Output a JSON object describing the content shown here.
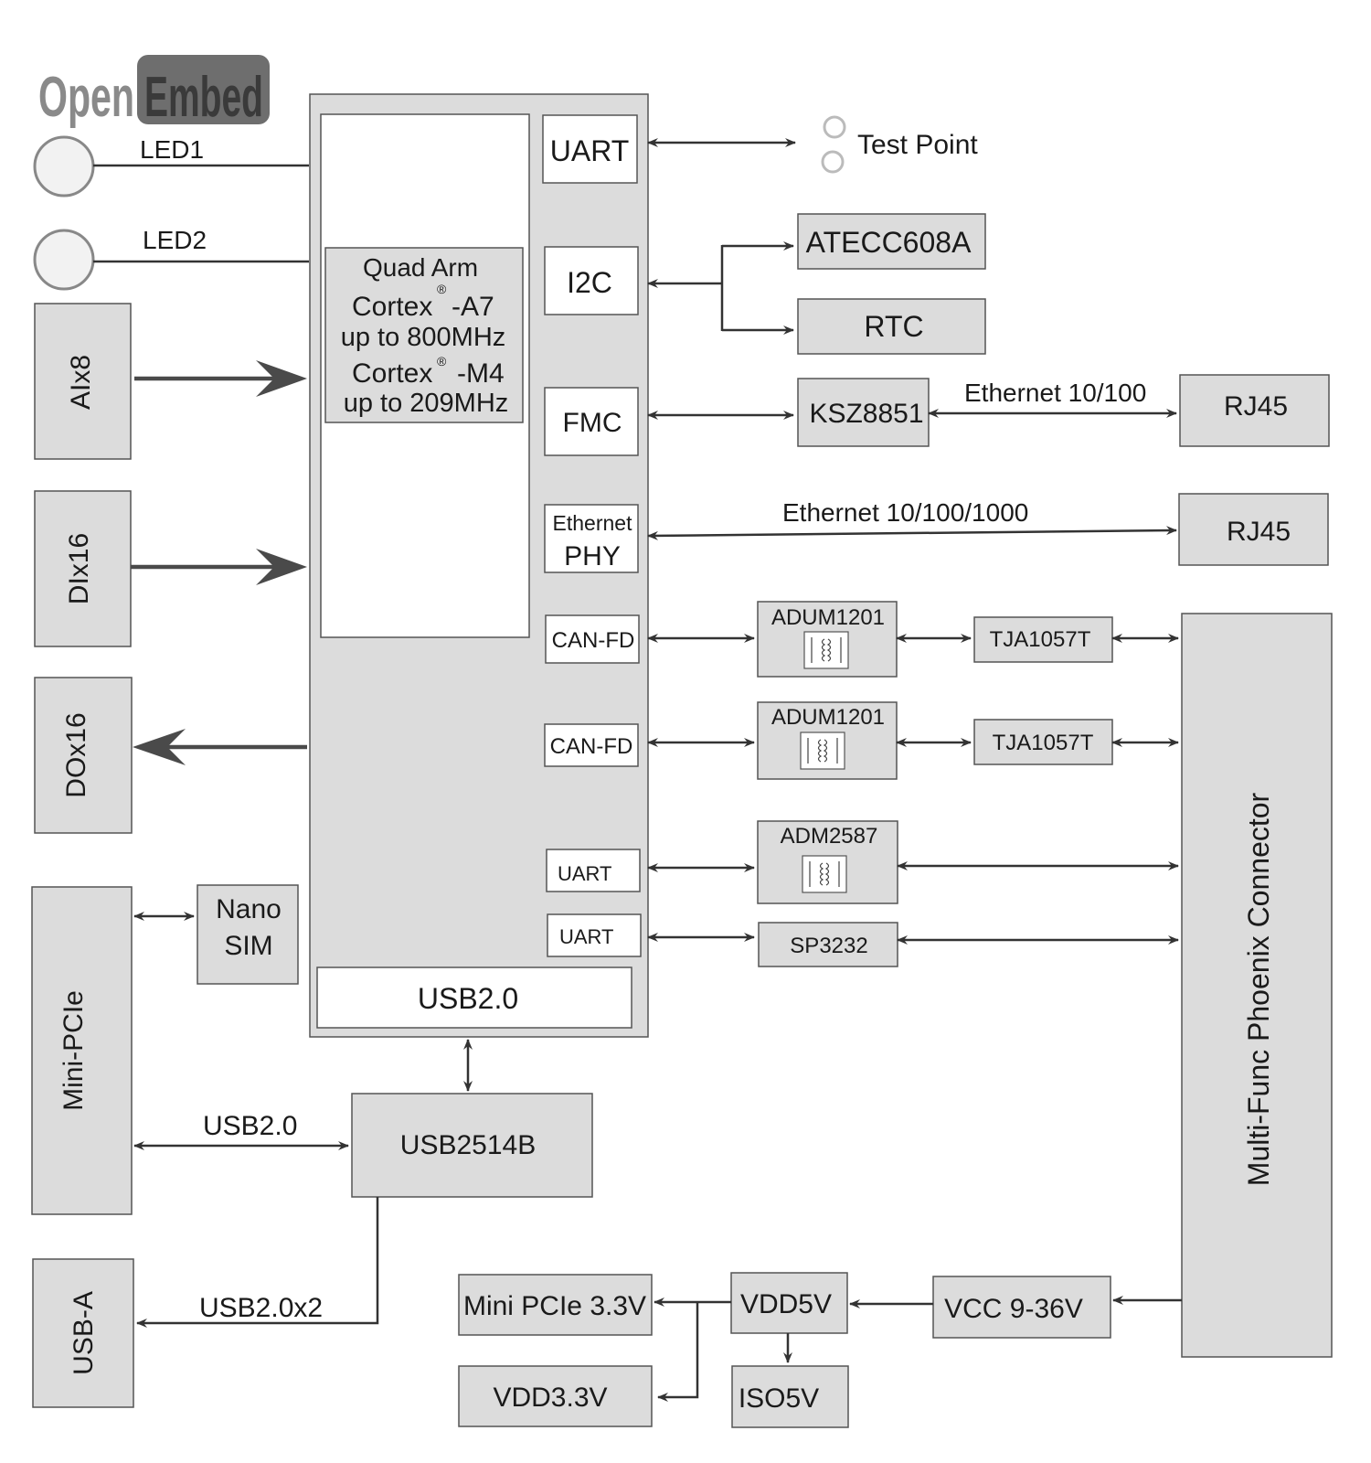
{
  "logo": {
    "word1": "Open",
    "word2": "Embed"
  },
  "leds": {
    "led1": "LED1",
    "led2": "LED2"
  },
  "left": {
    "ai": "AIx8",
    "di": "DIx16",
    "do": "DOx16",
    "minipcie": "Mini-PCIe",
    "usba": "USB-A",
    "nanosim_line1": "Nano",
    "nanosim_line2": "SIM"
  },
  "cpu": {
    "line1": "Quad Arm",
    "line2": "Cortex",
    "line2b": "-A7",
    "line3": "up to 800MHz",
    "line4": "Cortex",
    "line4b": "-M4",
    "line5": "up to 209MHz",
    "reg_mark": "®"
  },
  "soc_ports": {
    "uart_top": "UART",
    "i2c": "I2C",
    "fmc": "FMC",
    "eth_line1": "Ethernet",
    "eth_line2": "PHY",
    "canfd1": "CAN-FD",
    "canfd2": "CAN-FD",
    "uart2": "UART",
    "uart3": "UART",
    "usb": "USB2.0"
  },
  "right": {
    "test_point": "Test Point",
    "atecc": "ATECC608A",
    "rtc": "RTC",
    "ksz": "KSZ8851",
    "eth100_label": "Ethernet 10/100",
    "rj45_a": "RJ45",
    "eth1000_label": "Ethernet 10/100/1000",
    "rj45_b": "RJ45",
    "adum1": "ADUM1201",
    "adum2": "ADUM1201",
    "tja1": "TJA1057T",
    "tja2": "TJA1057T",
    "adm": "ADM2587",
    "sp": "SP3232",
    "phoenix": "Multi-Func Phoenix Connector"
  },
  "usb_hub": {
    "hub": "USB2514B",
    "usb_link_label": "USB2.0",
    "usb_a_label": "USB2.0x2"
  },
  "power": {
    "minipcie33": "Mini PCIe 3.3V",
    "vdd5": "VDD5V",
    "vcc": "VCC 9-36V",
    "vdd33": "VDD3.3V",
    "iso5": "ISO5V"
  }
}
